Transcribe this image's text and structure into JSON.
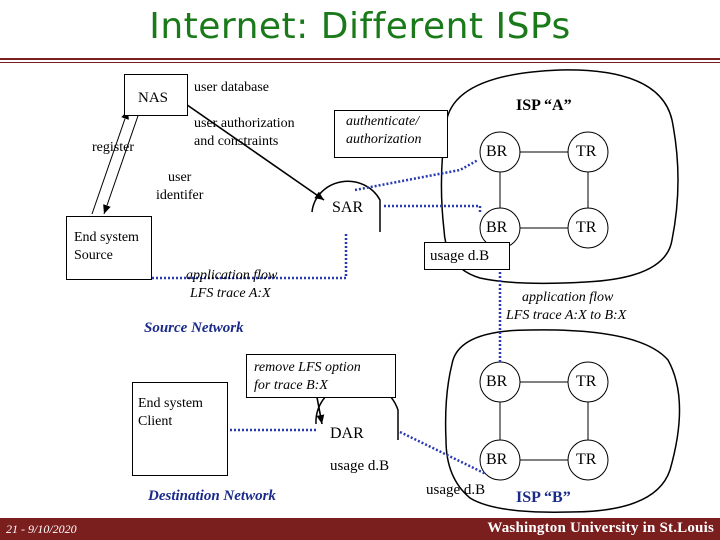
{
  "slide": {
    "title": "Internet: Different ISPs",
    "footer_page": "21 - 9/10/2020",
    "footer_brand": "Washington University in St.Louis"
  },
  "labels": {
    "nas": "NAS",
    "user_database": "user database",
    "user_authorization_1": "user authorization",
    "user_authorization_2": "and constraints",
    "register": "register",
    "user_identifier_1": "user",
    "user_identifier_2": "identifer",
    "end_system_source_1": "End system",
    "end_system_source_2": "Source",
    "authenticate_1": "authenticate/",
    "authenticate_2": "authorization",
    "sar": "SAR",
    "app_flow_source_1": "application flow",
    "app_flow_source_2": "LFS trace A:X",
    "source_network": "Source Network",
    "isp_a": "ISP “A”",
    "isp_a_br_top": "BR",
    "isp_a_tr_top": "TR",
    "isp_a_br_bottom": "BR",
    "isp_a_tr_bottom": "TR",
    "usage_db_a": "usage d.B",
    "app_flow_transit_1": "application flow",
    "app_flow_transit_2": "LFS trace A:X to B:X",
    "end_system_client_1": "End system",
    "end_system_client_2": "Client",
    "remove_lfs_1": "remove LFS option",
    "remove_lfs_2": "for trace B:X",
    "dar": "DAR",
    "usage_db_dar": "usage d.B",
    "destination_network": "Destination Network",
    "isp_b_br_top": "BR",
    "isp_b_tr_top": "TR",
    "isp_b_br_bottom": "BR",
    "isp_b_tr_bottom": "TR",
    "usage_db_b": "usage d.B",
    "isp_b": "ISP “B”"
  }
}
